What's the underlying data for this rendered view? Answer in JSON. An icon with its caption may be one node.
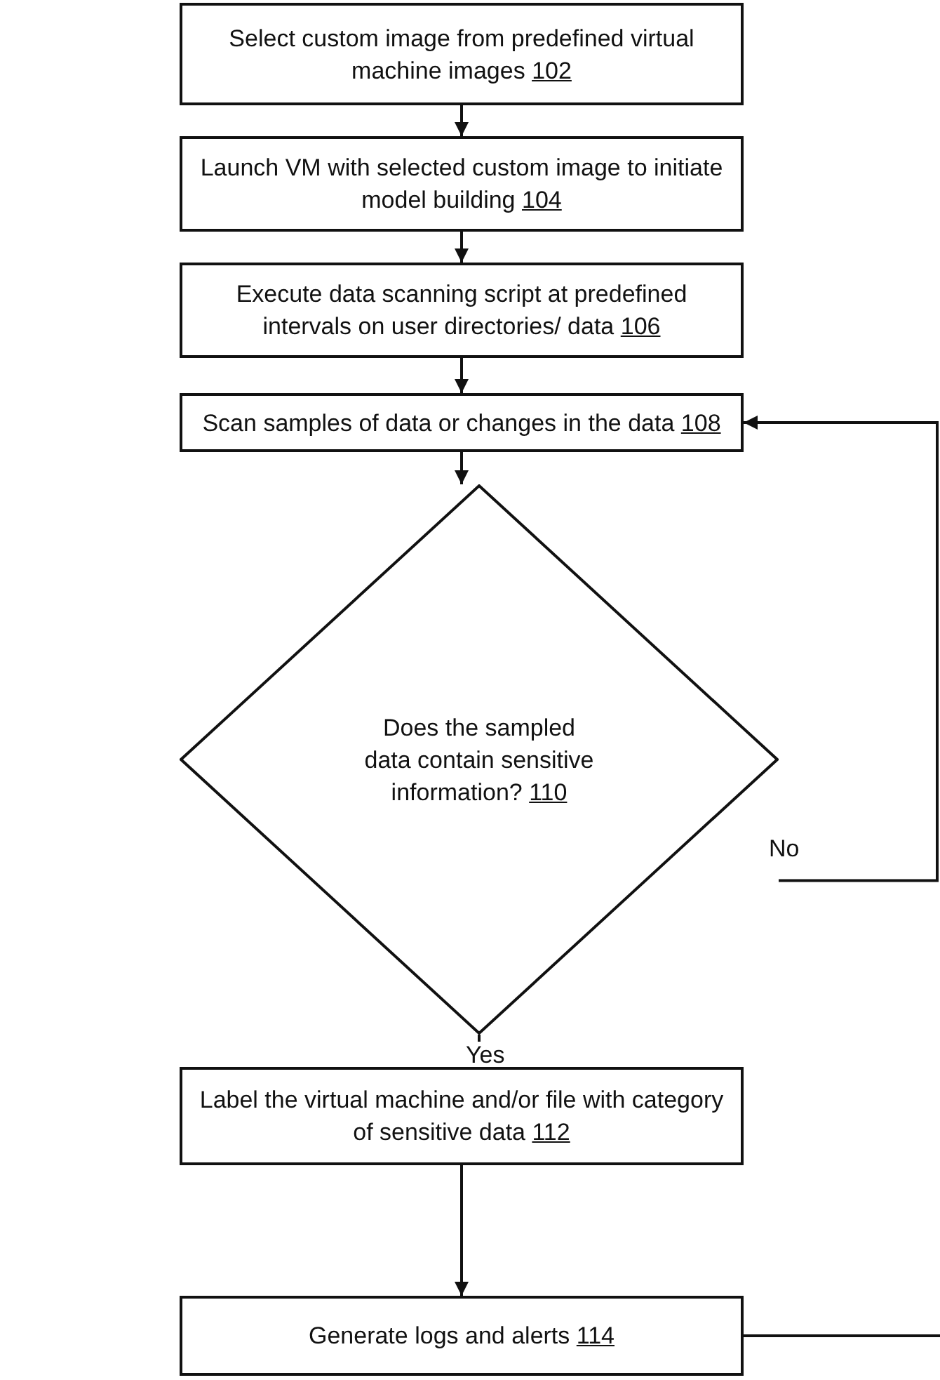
{
  "diagram": {
    "nodes": [
      {
        "text": [
          "Select custom image from predefined virtual machine images",
          "102"
        ]
      },
      {
        "text": [
          "Launch VM with selected custom image to initiate model building",
          "104"
        ]
      },
      {
        "text": [
          "Execute data scanning script at predefined intervals on user directories/ data",
          "106"
        ]
      },
      {
        "text": [
          "Scan samples of data or changes in the data",
          "108"
        ]
      },
      {
        "text": [
          "Does the sampled data contain sensitive information?",
          "110"
        ]
      },
      {
        "text": [
          "Label the virtual machine and/or file with category of sensitive data",
          "112"
        ]
      },
      {
        "text": [
          "Generate logs and alerts",
          "114"
        ]
      }
    ],
    "edges": [
      {
        "from": 0,
        "to": 1,
        "arrow": "to"
      },
      {
        "from": 1,
        "to": 2,
        "arrow": "to"
      },
      {
        "from": 2,
        "to": 3,
        "arrow": "to"
      },
      {
        "from": 3,
        "to": 4,
        "arrow": "to"
      },
      {
        "from": 4,
        "to": 5,
        "arrow": "to",
        "label": "Yes"
      },
      {
        "from": 4,
        "to": 3,
        "arrow": "to",
        "label": "No"
      },
      {
        "from": 5,
        "to": 6,
        "arrow": "to"
      },
      {
        "from": 6,
        "to": null,
        "arrow": "none"
      }
    ]
  }
}
